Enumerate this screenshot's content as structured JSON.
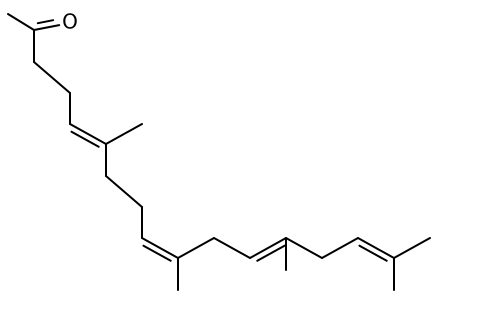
{
  "molecule": {
    "atom_labels": {
      "oxygen": "O"
    },
    "bonds": [
      {
        "id": "b1",
        "a": "me-ketone",
        "b": "c-carbonyl",
        "order": 1
      },
      {
        "id": "b2",
        "a": "c-carbonyl",
        "b": "o-carbonyl",
        "order": 2
      },
      {
        "id": "b3",
        "a": "c-carbonyl",
        "b": "c3",
        "order": 1
      },
      {
        "id": "b4",
        "a": "c3",
        "b": "c4",
        "order": 1
      },
      {
        "id": "b5",
        "a": "c4",
        "b": "c5",
        "order": 1
      },
      {
        "id": "b6",
        "a": "c5",
        "b": "c6",
        "order": 2
      },
      {
        "id": "b7",
        "a": "c6",
        "b": "me-c6",
        "order": 1
      },
      {
        "id": "b8",
        "a": "c6",
        "b": "c7",
        "order": 1
      },
      {
        "id": "b9",
        "a": "c7",
        "b": "c8",
        "order": 1
      },
      {
        "id": "b10",
        "a": "c8",
        "b": "c9",
        "order": 1
      },
      {
        "id": "b11",
        "a": "c9",
        "b": "c10",
        "order": 2
      },
      {
        "id": "b12",
        "a": "c10",
        "b": "me-c10",
        "order": 1
      },
      {
        "id": "b13",
        "a": "c10",
        "b": "c11",
        "order": 1
      },
      {
        "id": "b14",
        "a": "c11",
        "b": "c12",
        "order": 1
      },
      {
        "id": "b15",
        "a": "c12",
        "b": "c13",
        "order": 2
      },
      {
        "id": "b16",
        "a": "c13",
        "b": "me-c13",
        "order": 1
      },
      {
        "id": "b17",
        "a": "c13",
        "b": "c14",
        "order": 1
      },
      {
        "id": "b18",
        "a": "c14",
        "b": "c15",
        "order": 1
      },
      {
        "id": "b19",
        "a": "c15",
        "b": "c16",
        "order": 2
      },
      {
        "id": "b20",
        "a": "c16",
        "b": "me-c16a",
        "order": 1
      },
      {
        "id": "b21",
        "a": "c16",
        "b": "me-c16b",
        "order": 1
      }
    ]
  }
}
